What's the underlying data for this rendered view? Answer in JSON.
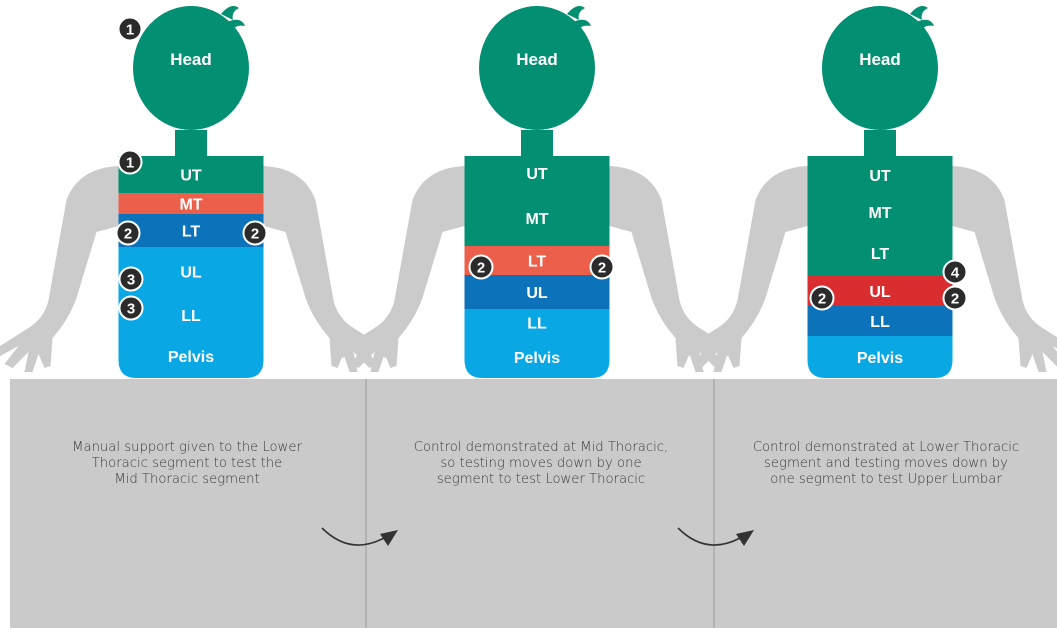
{
  "colors": {
    "head": "#039072",
    "green": "#039072",
    "orange": "#ec5f4b",
    "red": "#d92d2f",
    "dark_blue": "#0c73ba",
    "light_blue": "#0aa7e5",
    "gray_body": "#cbcbcb",
    "table_bg": "#cacaca",
    "badge": "#2b2b2b"
  },
  "panels": [
    {
      "head_label": "Head",
      "segments": [
        {
          "label": "UT",
          "color": "green"
        },
        {
          "label": "MT",
          "color": "orange"
        },
        {
          "label": "LT",
          "color": "dark_blue"
        },
        {
          "label": "UL",
          "color": "light_blue"
        },
        {
          "label": "LL",
          "color": "light_blue"
        },
        {
          "label": "Pelvis",
          "color": "light_blue"
        }
      ],
      "badges": [
        {
          "text": "1",
          "anchor": "head"
        },
        {
          "text": "1",
          "anchor": "UT-left"
        },
        {
          "text": "2",
          "anchor": "MT/LT-left"
        },
        {
          "text": "2",
          "anchor": "MT/LT-right"
        },
        {
          "text": "3",
          "anchor": "UL-left"
        },
        {
          "text": "3",
          "anchor": "LL-left"
        }
      ],
      "caption": "Manual support given to the Lower\nThoracic segment to test the\nMid Thoracic segment"
    },
    {
      "head_label": "Head",
      "segments": [
        {
          "label": "UT",
          "color": "green"
        },
        {
          "label": "MT",
          "color": "green"
        },
        {
          "label": "LT",
          "color": "orange"
        },
        {
          "label": "UL",
          "color": "dark_blue"
        },
        {
          "label": "LL",
          "color": "light_blue"
        },
        {
          "label": "Pelvis",
          "color": "light_blue"
        }
      ],
      "badges": [
        {
          "text": "2",
          "anchor": "LT/UL-left"
        },
        {
          "text": "2",
          "anchor": "LT/UL-right"
        }
      ],
      "caption": "Control demonstrated at Mid Thoracic,\nso testing moves down by one\nsegment to test Lower Thoracic"
    },
    {
      "head_label": "Head",
      "segments": [
        {
          "label": "UT",
          "color": "green"
        },
        {
          "label": "MT",
          "color": "green"
        },
        {
          "label": "LT",
          "color": "green"
        },
        {
          "label": "UL",
          "color": "red"
        },
        {
          "label": "LL",
          "color": "dark_blue"
        },
        {
          "label": "Pelvis",
          "color": "light_blue"
        }
      ],
      "badges": [
        {
          "text": "4",
          "anchor": "UL-right-top"
        },
        {
          "text": "2",
          "anchor": "UL/LL-left"
        },
        {
          "text": "2",
          "anchor": "UL/LL-right"
        }
      ],
      "caption": "Control demonstrated at Lower Thoracic\nsegment and testing moves down by\none segment to test Upper Lumbar"
    }
  ]
}
